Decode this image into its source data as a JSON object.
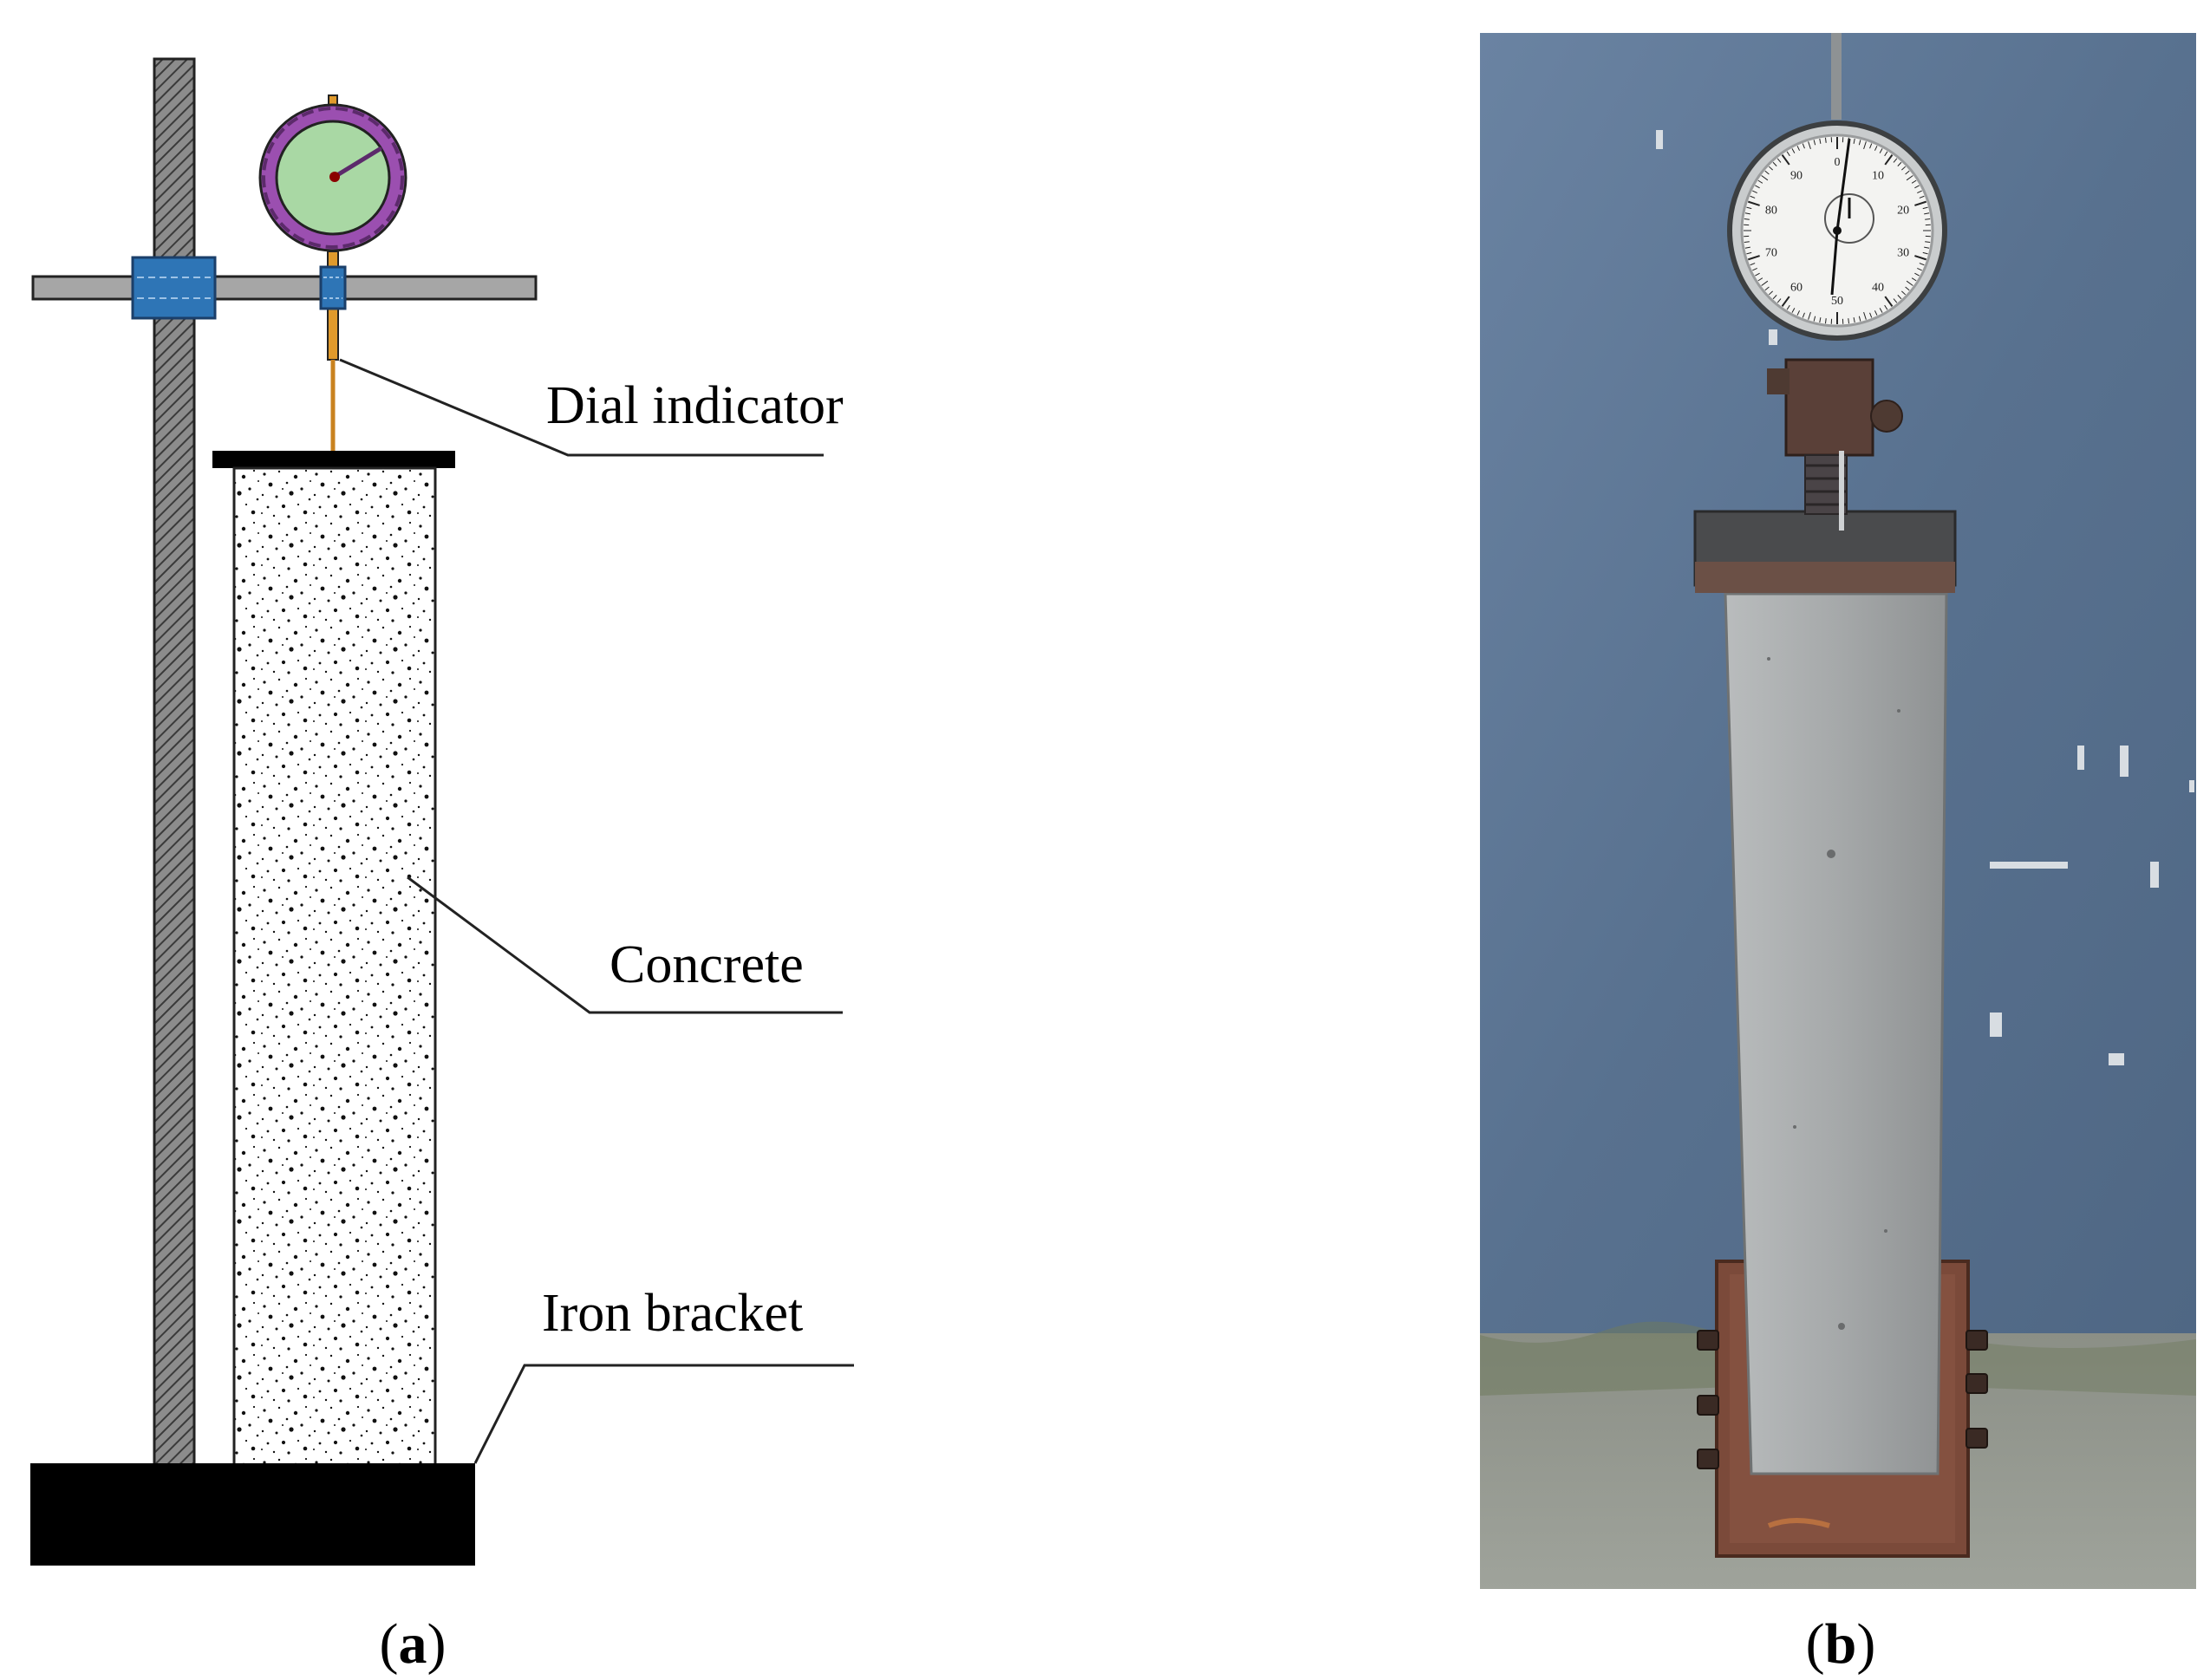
{
  "panels": {
    "a": {
      "caption_open": "(",
      "caption_letter": "a",
      "caption_close": ")",
      "labels": {
        "dial_indicator": "Dial indicator",
        "concrete": "Concrete",
        "iron_bracket": "Iron bracket"
      }
    },
    "b": {
      "caption_open": "(",
      "caption_letter": "b",
      "caption_close": ")",
      "dial_numbers": [
        "0",
        "10",
        "20",
        "30",
        "40",
        "50",
        "60",
        "70",
        "80",
        "90"
      ]
    }
  },
  "colors": {
    "stand_post": "#8c8c8c",
    "crossbar": "#a6a6a6",
    "clamp": "#2e75b6",
    "dial_face": "#a9d8a4",
    "dial_bezel": "#9b4fb0",
    "stem": "#e09a2c",
    "base": "#000000",
    "wall": "#5f7896",
    "concrete_photo": "#a6a9aa"
  }
}
